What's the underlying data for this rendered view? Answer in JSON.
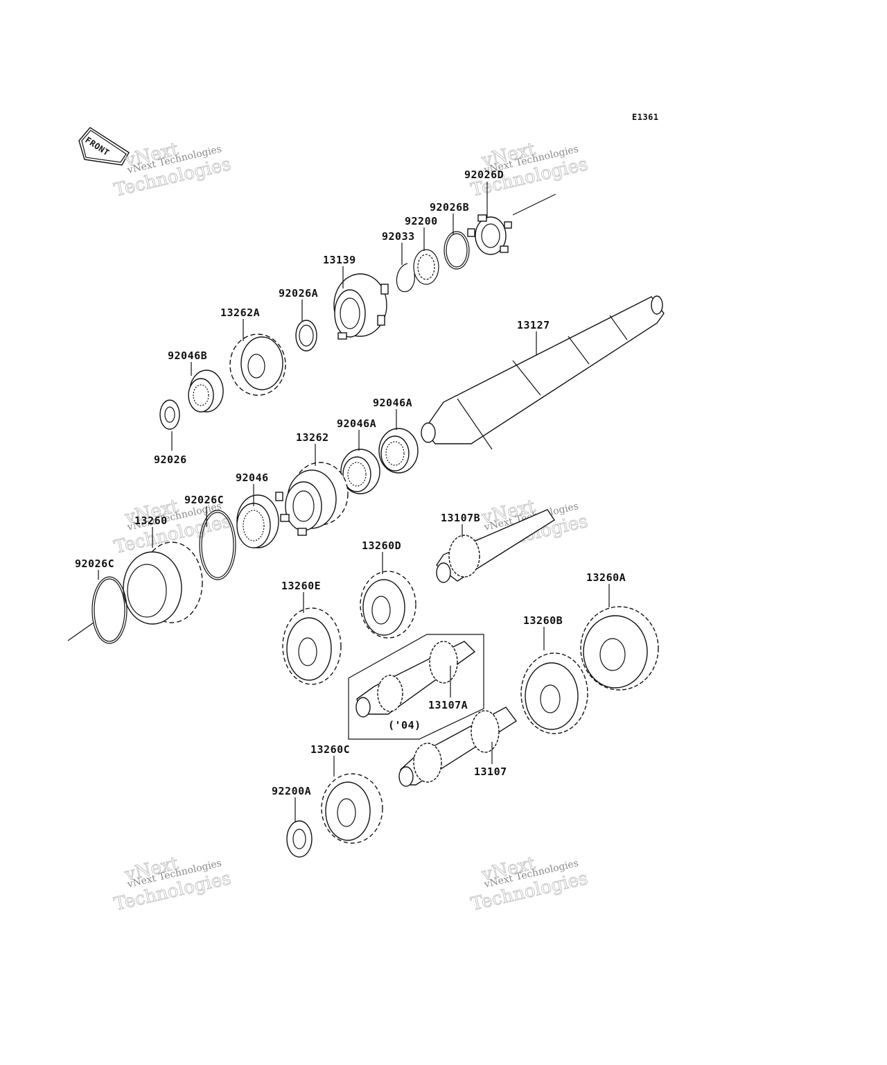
{
  "diagram": {
    "code": "E1361",
    "front_text": "FRONT",
    "box_note": "('04)",
    "colors": {
      "line": "#111111",
      "background": "#ffffff",
      "watermark": "#8a8a8a"
    }
  },
  "watermark": {
    "line1": "vNext Technologies",
    "line2": "Technologies",
    "line3": "vNext"
  },
  "parts": {
    "p92026D": "92026D",
    "p92026B": "92026B",
    "p92200": "92200",
    "p92033": "92033",
    "p13139": "13139",
    "p92026A": "92026A",
    "p13262A": "13262A",
    "p92046B": "92046B",
    "p92026": "92026",
    "p13127": "13127",
    "p92046A_1": "92046A",
    "p92046A_2": "92046A",
    "p13262": "13262",
    "p92046": "92046",
    "p92026C_1": "92026C",
    "p13260": "13260",
    "p92026C_2": "92026C",
    "p13107B": "13107B",
    "p13260D": "13260D",
    "p13260E": "13260E",
    "p13260A": "13260A",
    "p13260B": "13260B",
    "p13107A": "13107A",
    "p13260C": "13260C",
    "p13107": "13107",
    "p92200A": "92200A"
  }
}
